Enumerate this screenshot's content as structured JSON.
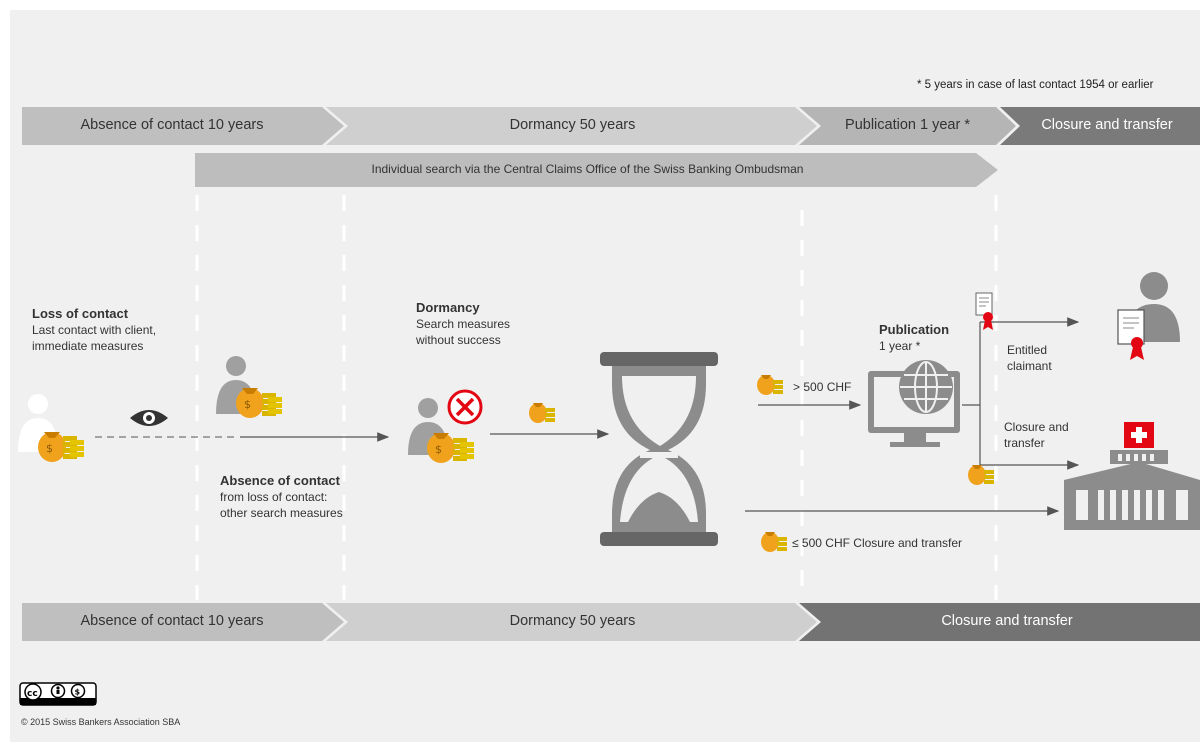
{
  "footnote": "* 5 years in case of last contact 1954 or earlier",
  "top_band": {
    "phase1": "Absence of contact 10 years",
    "phase2": "Dormancy 50 years",
    "phase3": "Publication 1 year *",
    "phase4": "Closure and transfer"
  },
  "search_band": "Individual search via the Central Claims Office of the Swiss Banking Ombudsman",
  "loss": {
    "title": "Loss of contact",
    "line1": "Last contact with client,",
    "line2": "immediate measures"
  },
  "dormancy": {
    "title": "Dormancy",
    "line1": "Search measures",
    "line2": "without success"
  },
  "absence": {
    "title": "Absence of contact",
    "line1": "from loss of contact:",
    "line2": "other search measures"
  },
  "publication": {
    "title": "Publication",
    "line1": "1 year *"
  },
  "over500": "> 500 CHF",
  "under500": "≤ 500 CHF Closure and transfer",
  "entitled": {
    "line1": "Entitled",
    "line2": "claimant"
  },
  "closure_lbl": {
    "line1": "Closure and",
    "line2": "transfer"
  },
  "bottom_band": {
    "phase1": "Absence of contact 10 years",
    "phase2": "Dormancy 50 years",
    "phase3": "Closure and transfer"
  },
  "license": "cc by nc",
  "copyright": "© 2015 Swiss Bankers Association SBA",
  "colors": {
    "light": "#bfbfbf",
    "mid": "#a6a6a6",
    "dark": "#737373",
    "accent": "#f0a21c",
    "red": "#e30613"
  }
}
